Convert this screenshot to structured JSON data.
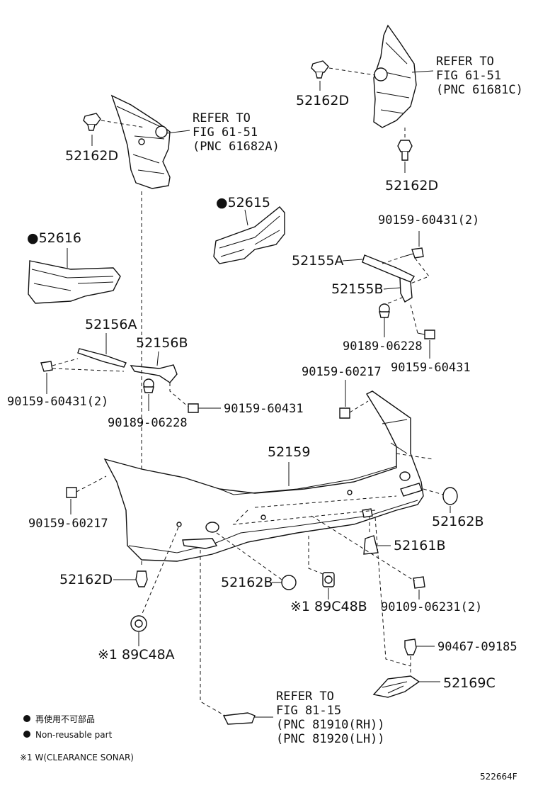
{
  "labels": {
    "refer_tl_1": "REFER TO",
    "refer_tl_2": "FIG 61-51",
    "refer_tl_3": "(PNC 61682A)",
    "refer_tr_1": "REFER TO",
    "refer_tr_2": "FIG 61-51",
    "refer_tr_3": "(PNC 61681C)",
    "p52162D_a": "52162D",
    "p52162D_b": "52162D",
    "p52162D_c": "52162D",
    "p52162D_d": "52162D",
    "p52616": "●52616",
    "p52615": "●52615",
    "p90159_60431_2a": "90159-60431(2)",
    "p52155A": "52155A",
    "p52155B": "52155B",
    "p90189_06228_a": "90189-06228",
    "p90159_60431_a": "90159-60431",
    "p52156A": "52156A",
    "p52156B": "52156B",
    "p90159_60431_2b": "90159-60431(2)",
    "p90189_06228_b": "90189-06228",
    "p90159_60431_b": "90159-60431",
    "p90159_60217_a": "90159-60217",
    "p52159": "52159",
    "p90159_60217_b": "90159-60217",
    "p52162B_a": "52162B",
    "p52161B": "52161B",
    "p52162B_b": "52162B",
    "p89C48B": "※1 89C48B",
    "p90109_06231": "90109-06231(2)",
    "p89C48A": "※1 89C48A",
    "p90467_09185": "90467-09185",
    "p52169C": "52169C",
    "refer_b_1": "REFER TO",
    "refer_b_2": "FIG 81-15",
    "refer_b_3": "(PNC 81910(RH))",
    "refer_b_4": "(PNC 81920(LH))"
  },
  "legend": {
    "jp": "再使用不可部品",
    "en": "Non-reusable part",
    "note": "※1 W(CLEARANCE SONAR)"
  },
  "figure_id": "522664F"
}
